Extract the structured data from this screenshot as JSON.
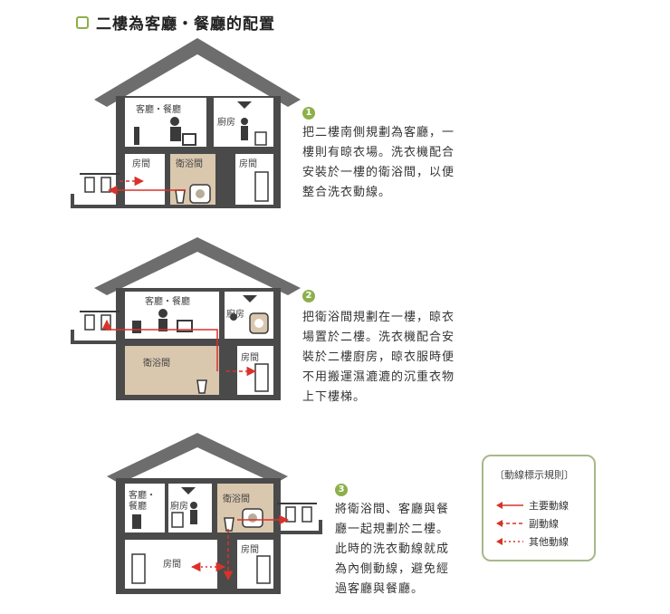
{
  "title": "二樓為客廳・餐廳的配置",
  "colors": {
    "accent": "#8cb04a",
    "roof": "#6d6d6d",
    "wall": "#3a3a3a",
    "bath": "#d9c7ae",
    "flow": "#d9322a"
  },
  "plans": [
    {
      "number": "1",
      "text": "把二樓南側規劃為客廳，一\n樓則有晾衣場。洗衣機配合\n安裝於一樓的衛浴間，以便\n整合洗衣動線。",
      "rooms": {
        "living": "客廳・餐廳",
        "kitchen": "廚房",
        "bath": "衛浴間",
        "room_left": "房間",
        "room_right": "房間"
      }
    },
    {
      "number": "2",
      "text": "把衛浴間規劃在一樓，晾衣\n場置於二樓。洗衣機配合安\n裝於二樓廚房，晾衣服時便\n不用搬運濕漉漉的沉重衣物\n上下樓梯。",
      "rooms": {
        "living": "客廳・餐廳",
        "kitchen": "廚房",
        "bath": "衛浴間",
        "room_right": "房間"
      }
    },
    {
      "number": "3",
      "text": "將衛浴間、客廳與餐\n廳一起規劃於二樓。\n此時的洗衣動線就成\n為內側動線，避免經\n過客廳與餐廳。",
      "rooms": {
        "living_1": "客廳・",
        "living_2": "餐廳",
        "kitchen": "廚房",
        "bath": "衛浴間",
        "room_left": "房間",
        "room_right": "房間"
      }
    }
  ],
  "legend": {
    "title": "〔動線標示規則〕",
    "items": [
      {
        "label": "主要動線",
        "style": "solid"
      },
      {
        "label": "副動線",
        "style": "dashed"
      },
      {
        "label": "其他動線",
        "style": "dotted"
      }
    ]
  }
}
